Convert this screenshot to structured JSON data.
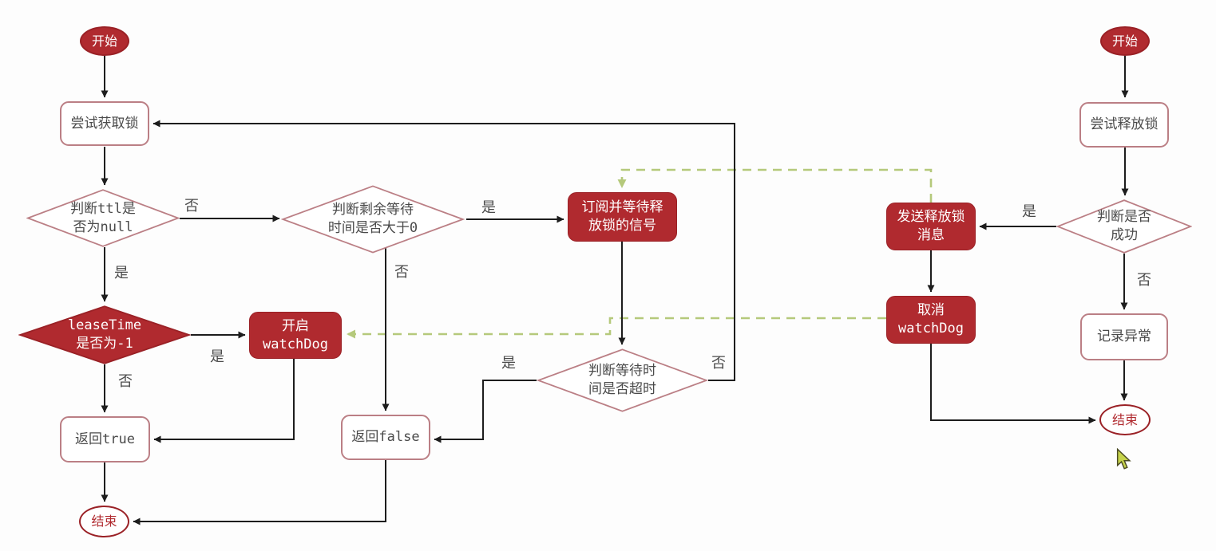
{
  "colors": {
    "red_fill": "#b02a2f",
    "red_border": "#9a2126",
    "rose_border": "#bb7f85",
    "end_border": "#9a2126",
    "text_dark": "#4a4a4a",
    "arrow": "#1d1d1d",
    "green_dash": "#b5c97b",
    "bg": "#fdfdfd",
    "cursor_fill": "#c6d34b",
    "cursor_outline": "#4a4a22"
  },
  "acquire_flow": {
    "start": "开始",
    "try_acquire": "尝试获取锁",
    "ttl_check": "判断ttl是\n否为null",
    "lease_time_check": "leaseTime\n是否为-1",
    "start_watchdog": "开启\nwatchDog",
    "return_true": "返回true",
    "remaining_wait_check": "判断剩余等待\n时间是否大于0",
    "subscribe_wait": "订阅并等待释\n放锁的信号",
    "timeout_check": "判断等待时\n间是否超时",
    "return_false": "返回false",
    "end": "结束"
  },
  "release_flow": {
    "start": "开始",
    "try_release": "尝试释放锁",
    "success_check": "判断是否\n成功",
    "send_release_msg": "发送释放锁\n消息",
    "cancel_watchdog": "取消\nwatchDog",
    "log_exception": "记录异常",
    "end": "结束"
  },
  "edge_labels": {
    "ttl_no": "否",
    "ttl_yes": "是",
    "lease_yes": "是",
    "lease_no": "否",
    "remaining_yes": "是",
    "remaining_no": "否",
    "timeout_yes": "是",
    "timeout_no": "否",
    "success_yes": "是",
    "success_no": "否"
  }
}
